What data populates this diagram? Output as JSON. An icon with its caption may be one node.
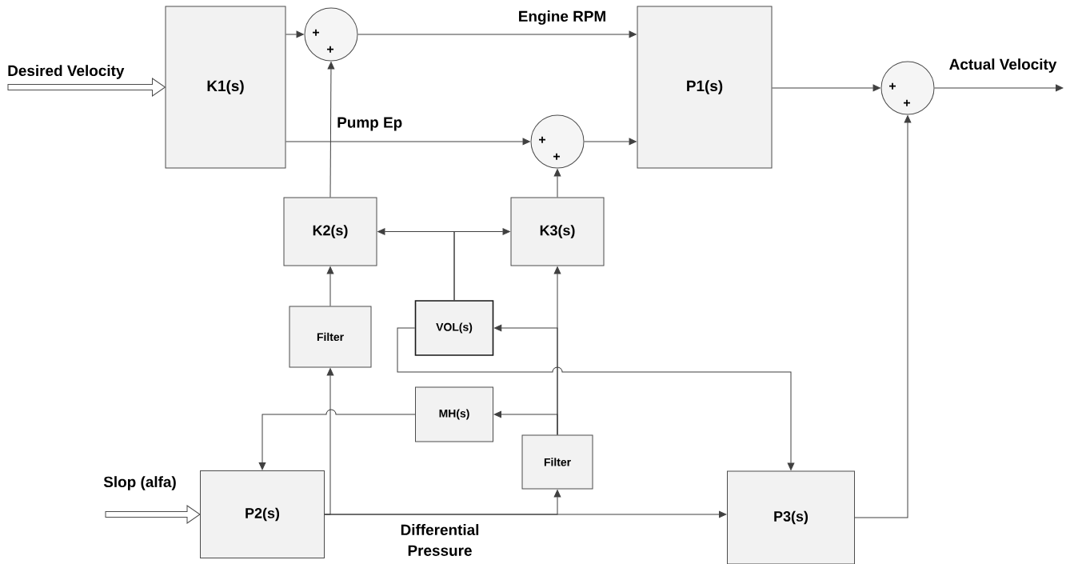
{
  "diagram": {
    "nodes": [
      {
        "text": [
          "K1(s)"
        ]
      },
      {
        "text": [
          "+",
          "+"
        ]
      },
      {
        "text": [
          "P1(s)"
        ]
      },
      {
        "text": [
          "+",
          "+"
        ]
      },
      {
        "text": [
          "+",
          "+"
        ]
      },
      {
        "text": [
          "K2(s)"
        ]
      },
      {
        "text": [
          "K3(s)"
        ]
      },
      {
        "text": [
          "Filter"
        ]
      },
      {
        "text": [
          "VOL(s)"
        ]
      },
      {
        "text": [
          "MH(s)"
        ]
      },
      {
        "text": [
          "Filter"
        ]
      },
      {
        "text": [
          "P2(s)"
        ]
      },
      {
        "text": [
          "P3(s)"
        ]
      }
    ],
    "edges": [
      {
        "from": null,
        "to": 0,
        "arrow": "to",
        "label": "Desired Velocity"
      },
      {
        "from": 0,
        "to": 1,
        "arrow": "to"
      },
      {
        "from": 0,
        "to": 3,
        "arrow": "to",
        "label": "Pump Ep"
      },
      {
        "from": 1,
        "to": 2,
        "arrow": "to",
        "label": "Engine RPM"
      },
      {
        "from": 3,
        "to": 2,
        "arrow": "to"
      },
      {
        "from": 5,
        "to": 1,
        "arrow": "to"
      },
      {
        "from": 6,
        "to": 3,
        "arrow": "to"
      },
      {
        "from": 2,
        "to": 4,
        "arrow": "to"
      },
      {
        "from": 4,
        "to": null,
        "arrow": "to",
        "label": "Actual Velocity"
      },
      {
        "from": 12,
        "to": 4,
        "arrow": "to"
      },
      {
        "from": 7,
        "to": 5,
        "arrow": "to"
      },
      {
        "from": 10,
        "to": 6,
        "arrow": "to"
      },
      {
        "from": 8,
        "to": 5,
        "arrow": "to"
      },
      {
        "from": 8,
        "to": 6,
        "arrow": "to"
      },
      {
        "from": 8,
        "to": 12,
        "arrow": "to"
      },
      {
        "from": 10,
        "to": 8,
        "arrow": "to"
      },
      {
        "from": 10,
        "to": 9,
        "arrow": "to"
      },
      {
        "from": 9,
        "to": 11,
        "arrow": "to"
      },
      {
        "from": 11,
        "to": 7,
        "arrow": "to"
      },
      {
        "from": 11,
        "to": 10,
        "arrow": "to"
      },
      {
        "from": 11,
        "to": 12,
        "arrow": "to",
        "label": "Differential Pressure"
      },
      {
        "from": null,
        "to": 11,
        "arrow": "to",
        "label": "Slop (alfa)"
      }
    ]
  }
}
